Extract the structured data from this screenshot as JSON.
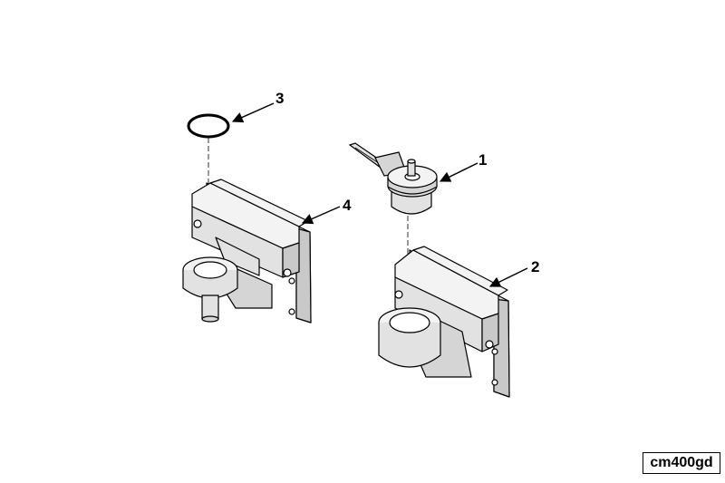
{
  "diagram": {
    "callouts": [
      {
        "id": "1",
        "label": "1"
      },
      {
        "id": "2",
        "label": "2"
      },
      {
        "id": "3",
        "label": "3"
      },
      {
        "id": "4",
        "label": "4"
      }
    ],
    "diagram_id": "cm400gd"
  },
  "colors": {
    "line": "#000000",
    "face_light": "#f3f3f3",
    "face_mid": "#e2e2e2",
    "face_dark": "#c9c9c9",
    "hole": "#ffffff"
  },
  "icons": {
    "bracket_left": "mounting-bracket-icon",
    "bracket_right": "mounting-bracket-icon",
    "o_ring": "o-ring-icon",
    "fuel_cap": "locking-cap-with-key-icon"
  }
}
